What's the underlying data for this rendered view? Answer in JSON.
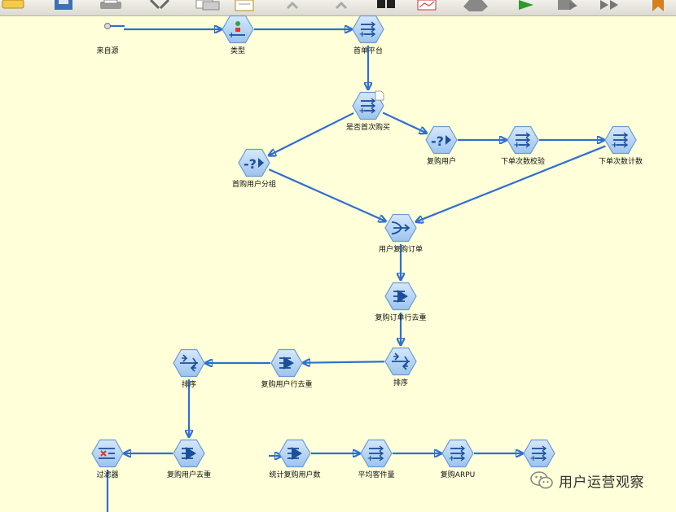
{
  "toolbar": {
    "buttons": [
      {
        "name": "open-folder-icon"
      },
      {
        "name": "save-disk-icon"
      },
      {
        "name": "print-icon"
      },
      {
        "name": "cut-scissors-icon"
      },
      {
        "name": "copy-icon"
      },
      {
        "name": "paste-clipboard-icon"
      },
      {
        "name": "undo-icon"
      },
      {
        "name": "redo-icon"
      },
      {
        "name": "node-palette-icon"
      },
      {
        "name": "chart-icon"
      },
      {
        "name": "stop-hexagon-icon"
      },
      {
        "name": "run-play-icon"
      },
      {
        "name": "run-selection-icon"
      },
      {
        "name": "step-icon"
      },
      {
        "name": "bookmark-icon"
      }
    ]
  },
  "nodes": [
    {
      "id": "source",
      "label": "来自源",
      "icon": "source-icon",
      "color": "#e8e8e8"
    },
    {
      "id": "type",
      "label": "类型",
      "icon": "type-icon",
      "color": "#9cc4ee"
    },
    {
      "id": "first_order",
      "label": "首单平台",
      "icon": "derive-icon",
      "color": "#9cc4ee"
    },
    {
      "id": "is_first",
      "label": "是否首次购买",
      "icon": "derive-icon",
      "color": "#9cc4ee"
    },
    {
      "id": "first_group",
      "label": "首购用户分组",
      "icon": "select-icon",
      "color": "#9cc4ee"
    },
    {
      "id": "repeat_user",
      "label": "复购用户",
      "icon": "select-icon",
      "color": "#9cc4ee"
    },
    {
      "id": "order_verify",
      "label": "下单次数校验",
      "icon": "derive-icon",
      "color": "#9cc4ee"
    },
    {
      "id": "order_count",
      "label": "下单次数计数",
      "icon": "derive-icon",
      "color": "#9cc4ee"
    },
    {
      "id": "merge",
      "label": "用户复购订单",
      "icon": "merge-icon",
      "color": "#9cc4ee"
    },
    {
      "id": "dedup1",
      "label": "复购订单行去重",
      "icon": "distinct-icon",
      "color": "#9cc4ee"
    },
    {
      "id": "sort1",
      "label": "排序",
      "icon": "sort-icon",
      "color": "#9cc4ee"
    },
    {
      "id": "dedup2",
      "label": "复购用户行去重",
      "icon": "distinct-icon",
      "color": "#9cc4ee"
    },
    {
      "id": "sort2",
      "label": "排序",
      "icon": "sort-icon",
      "color": "#9cc4ee"
    },
    {
      "id": "dedup3",
      "label": "复购用户去重",
      "icon": "distinct-icon",
      "color": "#9cc4ee"
    },
    {
      "id": "filter",
      "label": "过滤器",
      "icon": "filter-icon",
      "color": "#9cc4ee"
    },
    {
      "id": "count_repeat",
      "label": "统计复购用户数",
      "icon": "distinct-icon",
      "color": "#9cc4ee"
    },
    {
      "id": "avg_order",
      "label": "平均客件量",
      "icon": "derive-icon",
      "color": "#9cc4ee"
    },
    {
      "id": "arpu",
      "label": "复购ARPU",
      "icon": "derive-icon",
      "color": "#9cc4ee"
    },
    {
      "id": "last",
      "label": "",
      "icon": "derive-icon",
      "color": "#9cc4ee"
    }
  ],
  "watermark": {
    "text": "用户运营观察",
    "icon": "wechat-icon"
  },
  "colors": {
    "canvas": "#ffffd9",
    "edge": "#2f6fcf",
    "node": "#9cc4ee",
    "node_dark": "#1c4f9a"
  }
}
